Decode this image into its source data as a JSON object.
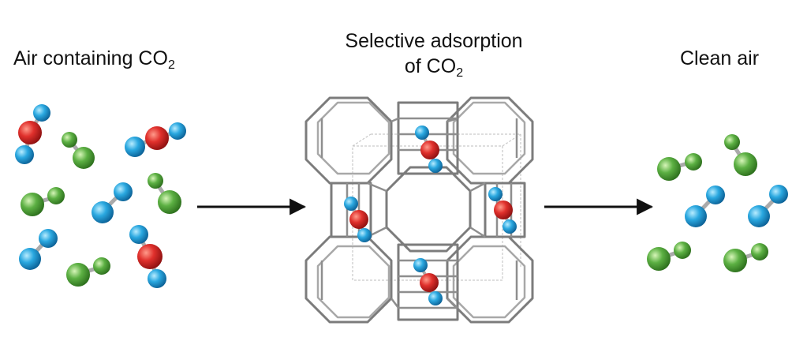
{
  "labels": {
    "input": {
      "prefix": "Air containing CO",
      "subscript": "2"
    },
    "process": {
      "line1": "Selective adsorption",
      "line2_prefix": "of CO",
      "line2_subscript": "2"
    },
    "output": {
      "text": "Clean air"
    }
  },
  "colors": {
    "oxygen": "#d92b2b",
    "carbon_blue": "#2aa8e0",
    "nitrogen_green": "#5cb043",
    "framework": "#8a8a8a",
    "arrow": "#111111"
  }
}
